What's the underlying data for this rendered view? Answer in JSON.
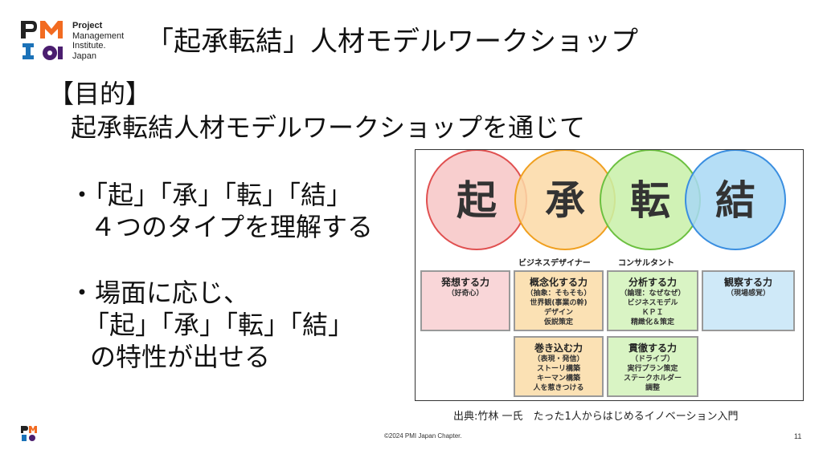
{
  "logo": {
    "line1": "Project",
    "line2": "Management",
    "line3": "Institute.",
    "line4": "Japan",
    "colors": {
      "orange": "#f26b21",
      "purple": "#4b1e6f",
      "blue": "#1b72b8"
    }
  },
  "title": "「起承転結」人材モデルワークショップ",
  "purpose": {
    "heading": "【目的】",
    "line": "起承転結人材モデルワークショップを通じて"
  },
  "bullets": {
    "b1_line1": "・「起」「承」「転」「結」",
    "b1_line2": "４つのタイプを理解する",
    "b2_line1": "・場面に応じ、",
    "b2_line2": "「起」「承」「転」「結」",
    "b2_line3": "の特性が出せる"
  },
  "figure": {
    "circles": [
      {
        "label": "起",
        "color": "#f7c6c6",
        "stroke": "#e05050"
      },
      {
        "label": "承",
        "color": "#fbd9a6",
        "stroke": "#f0a020"
      },
      {
        "label": "転",
        "color": "#c8f0a8",
        "stroke": "#6cc040"
      },
      {
        "label": "結",
        "color": "#a8d8f4",
        "stroke": "#3a8ee0"
      }
    ],
    "roles": {
      "designer": "ビジネスデザイナー",
      "consultant": "コンサルタント"
    },
    "boxes": {
      "idea": {
        "heading": "発想する力",
        "sub1": "（好奇心）"
      },
      "concept": {
        "heading": "概念化する力",
        "sub1": "（抽象：そもそも）",
        "sub2": "世界観(事業の幹)",
        "sub3": "デザイン",
        "sub4": "仮説策定"
      },
      "analysis": {
        "heading": "分析する力",
        "sub1": "（論理：なぜなぜ）",
        "sub2": "ビジネスモデル",
        "sub3": "ＫＰＩ",
        "sub4": "精緻化＆策定"
      },
      "observe": {
        "heading": "観察する力",
        "sub1": "（現場感覚）"
      },
      "involve": {
        "heading": "巻き込む力",
        "sub1": "（表現・発信）",
        "sub2": "ストーリ構築",
        "sub3": "キーマン構築",
        "sub4": "人を惹きつける"
      },
      "execute": {
        "heading": "貫徹する力",
        "sub1": "（ドライブ）",
        "sub2": "実行プラン策定",
        "sub3": "ステークホルダー",
        "sub4": "調整"
      }
    }
  },
  "source": "出典:竹林 一氏　たった1人からはじめるイノベーション入門",
  "copyright": "©2024 PMI Japan Chapter.",
  "page_number": "11"
}
